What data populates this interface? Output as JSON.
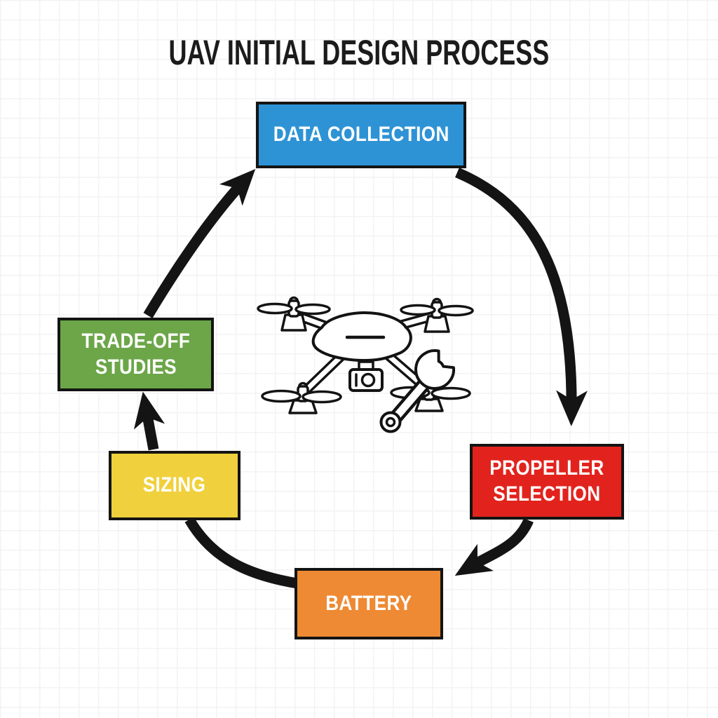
{
  "title": "UAV INITIAL DESIGN PROCESS",
  "steps": [
    {
      "label": "DATA COLLECTION",
      "color": "#2e93d5",
      "position": "top"
    },
    {
      "label": "PROPELLER\nSELECTION",
      "color": "#e2231d",
      "position": "right"
    },
    {
      "label": "BATTERY",
      "color": "#ee8a33",
      "position": "bottom"
    },
    {
      "label": "SIZING",
      "color": "#f0d03c",
      "position": "lower-left"
    },
    {
      "label": "TRADE-OFF\nSTUDIES",
      "color": "#6ca648",
      "position": "upper-left"
    }
  ],
  "colors": {
    "arrow": "#141414",
    "box_border": "#141414",
    "box_text": "#ffffff",
    "title_text": "#1b1b1b",
    "background": "#ffffff",
    "grid_line": "#f3f3f6"
  },
  "center_icon": "quadcopter-drone-with-wrench"
}
